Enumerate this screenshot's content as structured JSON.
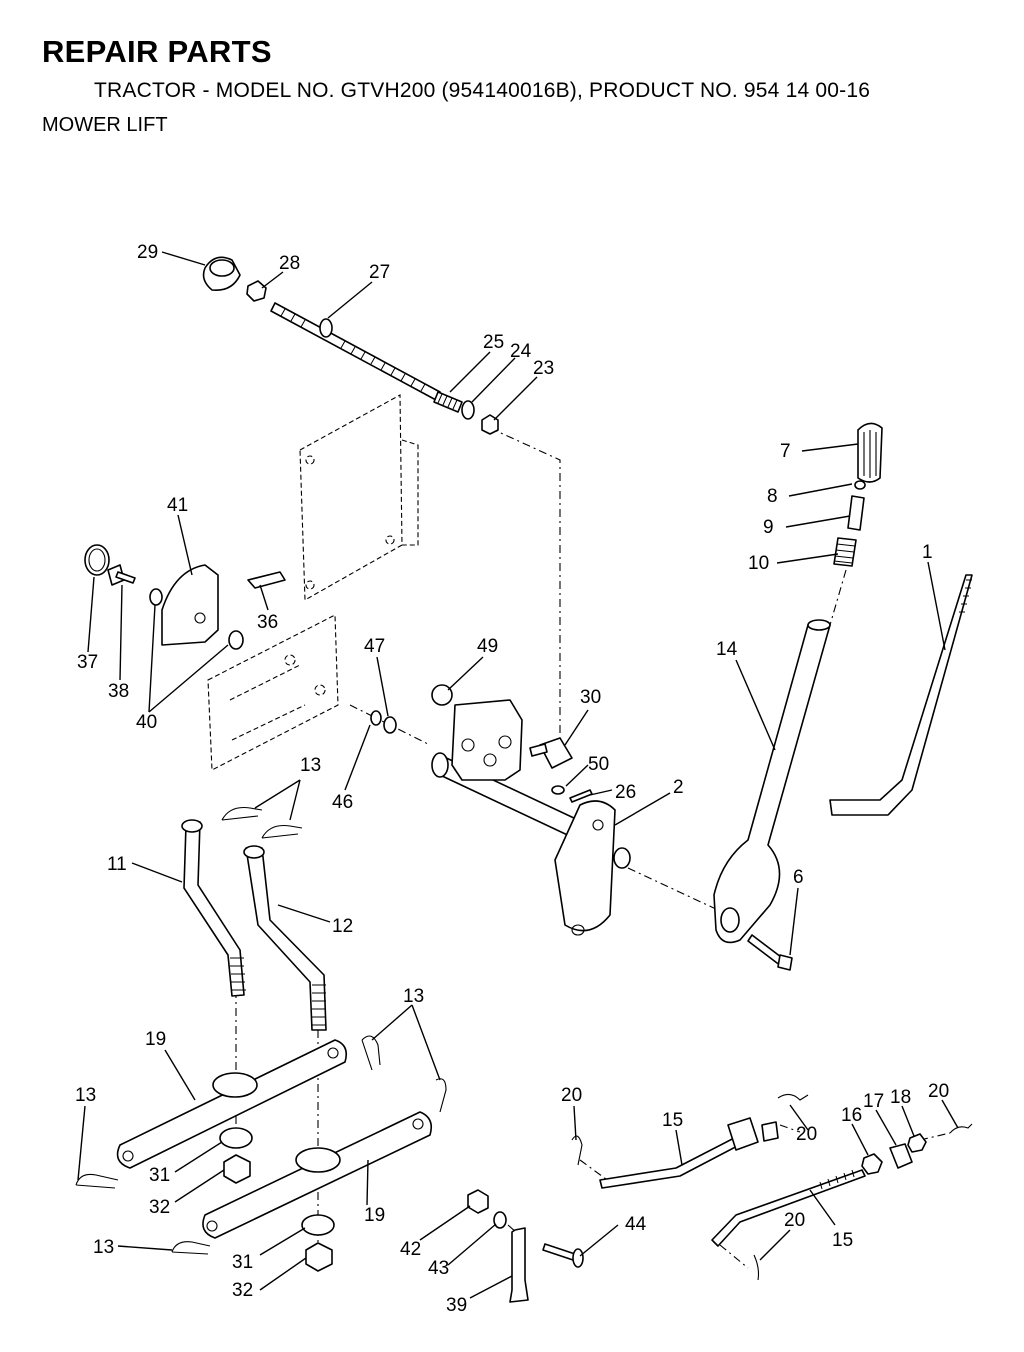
{
  "header": {
    "title": "REPAIR PARTS",
    "subtitle": "TRACTOR - MODEL NO. GTVH200 (954140016B), PRODUCT NO. 954 14 00-16",
    "section": "MOWER LIFT"
  },
  "callouts": [
    "29",
    "28",
    "27",
    "25",
    "24",
    "23",
    "7",
    "8",
    "9",
    "10",
    "1",
    "41",
    "36",
    "14",
    "37",
    "38",
    "40",
    "47",
    "49",
    "30",
    "50",
    "26",
    "2",
    "13",
    "46",
    "6",
    "11",
    "12",
    "13",
    "19",
    "13",
    "31",
    "32",
    "19",
    "13",
    "31",
    "32",
    "20",
    "15",
    "20",
    "16",
    "17",
    "18",
    "20",
    "42",
    "43",
    "44",
    "39",
    "20",
    "15"
  ]
}
